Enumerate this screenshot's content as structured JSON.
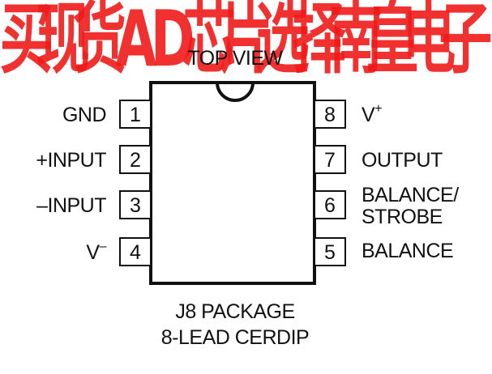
{
  "watermark": {
    "text": "买现货AD芯片选择南皇电子",
    "color": "#f01a1a"
  },
  "view_label": "TOP VIEW",
  "left_pins": [
    {
      "number": "1",
      "label": "GND"
    },
    {
      "number": "2",
      "label": "+INPUT"
    },
    {
      "number": "3",
      "label": "–INPUT"
    },
    {
      "number": "4",
      "label": "V",
      "superscript": "–"
    }
  ],
  "right_pins": [
    {
      "number": "8",
      "label": "V",
      "superscript": "+"
    },
    {
      "number": "7",
      "label": "OUTPUT"
    },
    {
      "number": "6",
      "label": "BALANCE/",
      "label_line2": "STROBE"
    },
    {
      "number": "5",
      "label": "BALANCE"
    }
  ],
  "package": {
    "line1": "J8 PACKAGE",
    "line2": "8-LEAD CERDIP"
  },
  "colors": {
    "ink": "#111111",
    "background": "#ffffff"
  }
}
